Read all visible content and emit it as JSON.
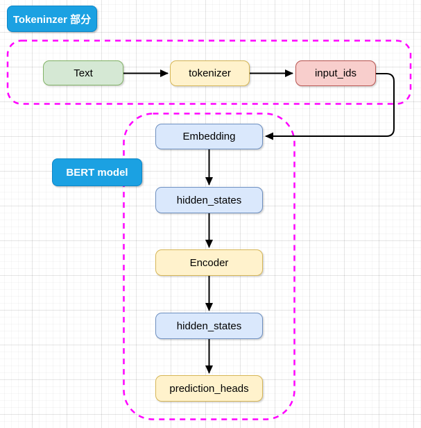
{
  "diagram": {
    "groups": {
      "tokenizer_section": {
        "badge_label": "Tokeninzer 部分",
        "outline_color": "#ff00ff",
        "outline_style": "dashed"
      },
      "bert_model": {
        "badge_label": "BERT model",
        "outline_color": "#ff00ff",
        "outline_style": "dashed"
      }
    },
    "badge_colors": {
      "fill": "#1ba1e2",
      "border": "#0c85c7",
      "text": "#ffffff"
    },
    "nodes": {
      "text": {
        "label": "Text",
        "fill": "#d5e8d4",
        "stroke": "#82b366"
      },
      "tokenizer": {
        "label": "tokenizer",
        "fill": "#fff2cc",
        "stroke": "#d6b656"
      },
      "input_ids": {
        "label": "input_ids",
        "fill": "#f8cecc",
        "stroke": "#b85450"
      },
      "embedding": {
        "label": "Embedding",
        "fill": "#dae8fc",
        "stroke": "#6c8ebf"
      },
      "hidden_states_1": {
        "label": "hidden_states",
        "fill": "#dae8fc",
        "stroke": "#6c8ebf"
      },
      "encoder": {
        "label": "Encoder",
        "fill": "#fff2cc",
        "stroke": "#d6b656"
      },
      "hidden_states_2": {
        "label": "hidden_states",
        "fill": "#dae8fc",
        "stroke": "#6c8ebf"
      },
      "prediction_heads": {
        "label": "prediction_heads",
        "fill": "#fff2cc",
        "stroke": "#d6b656"
      }
    },
    "edges": [
      {
        "from": "Text",
        "to": "tokenizer",
        "style": "straight-arrow"
      },
      {
        "from": "tokenizer",
        "to": "input_ids",
        "style": "straight-arrow"
      },
      {
        "from": "input_ids",
        "to": "Embedding",
        "style": "elbow-arrow"
      },
      {
        "from": "Embedding",
        "to": "hidden_states",
        "style": "straight-arrow"
      },
      {
        "from": "hidden_states",
        "to": "Encoder",
        "style": "straight-arrow"
      },
      {
        "from": "Encoder",
        "to": "hidden_states",
        "style": "straight-arrow"
      },
      {
        "from": "hidden_states",
        "to": "prediction_heads",
        "style": "straight-arrow"
      }
    ],
    "edge_color": "#000000",
    "background": "light grid"
  }
}
